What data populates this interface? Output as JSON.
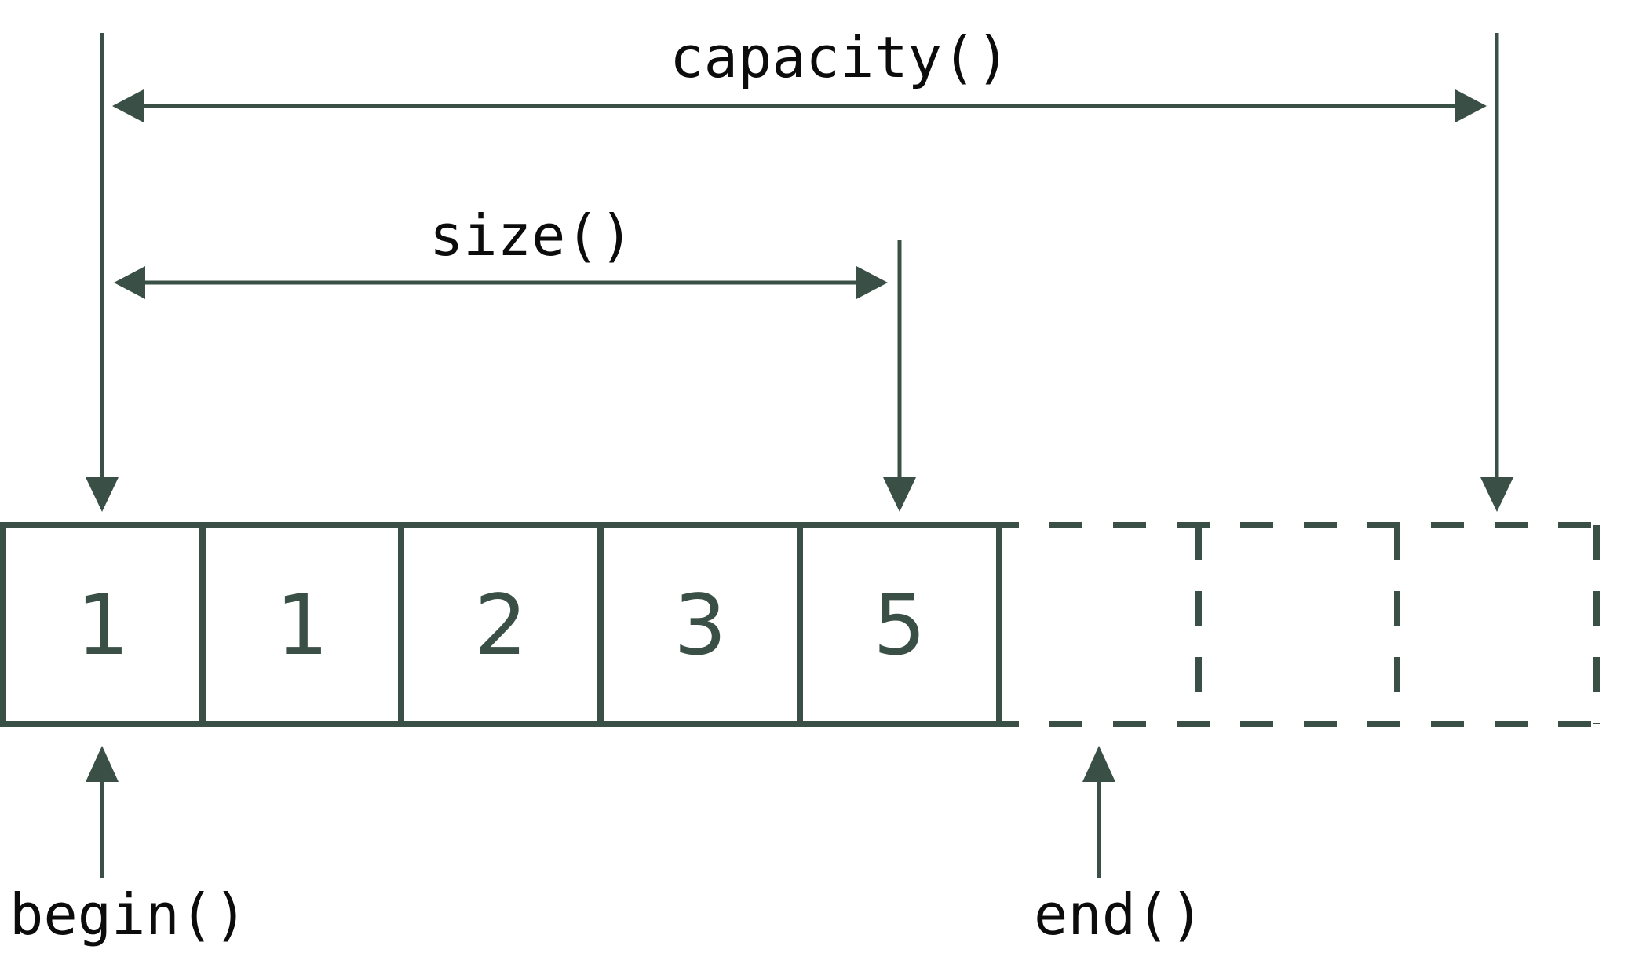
{
  "labels": {
    "capacity": "capacity()",
    "size": "size()",
    "begin": "begin()",
    "end": "end()"
  },
  "cells": [
    {
      "value": "1",
      "state": "filled"
    },
    {
      "value": "1",
      "state": "filled"
    },
    {
      "value": "2",
      "state": "filled"
    },
    {
      "value": "3",
      "state": "filled"
    },
    {
      "value": "5",
      "state": "filled"
    },
    {
      "value": "",
      "state": "reserved"
    },
    {
      "value": "",
      "state": "reserved"
    },
    {
      "value": "",
      "state": "reserved"
    }
  ],
  "colors": {
    "line": "#3a5046",
    "text": "#0c0c0c",
    "background": "#ffffff"
  }
}
